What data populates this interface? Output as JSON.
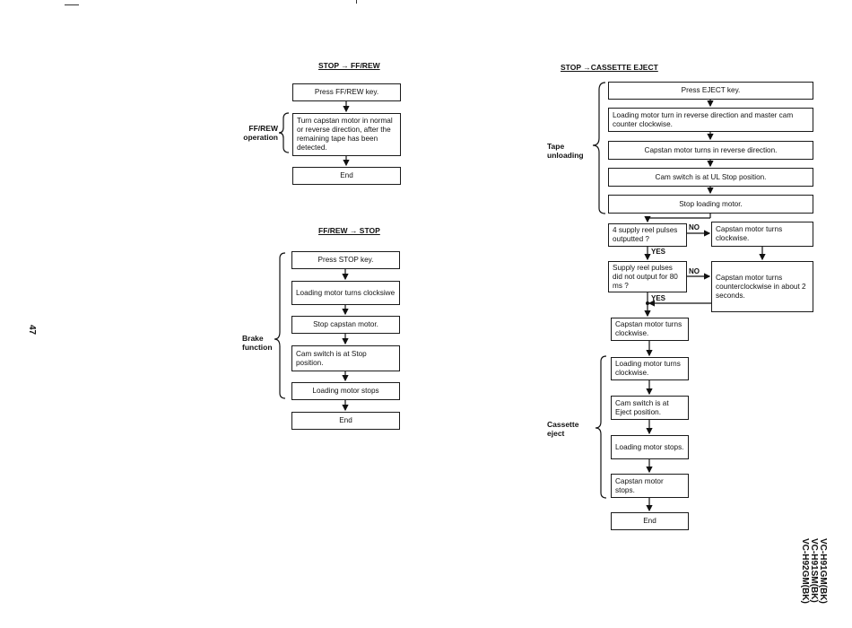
{
  "page_number": "47",
  "model_numbers": [
    "VC-H91GM(BK)",
    "VC-H91SM(BK)",
    "VC-H92GM(BK)"
  ],
  "ffrew": {
    "title": "STOP → FF/REW",
    "side_label": "FF/REW operation",
    "steps": [
      "Press FF/REW key.",
      "Turn capstan motor in normal or reverse direction, after the remaining tape has been detected.",
      "End"
    ]
  },
  "stop": {
    "title": "FF/REW → STOP",
    "side_label": "Brake function",
    "steps": [
      "Press STOP key.",
      "Loading motor turns clocksiwe",
      "Stop capstan motor.",
      "Cam switch is at Stop position.",
      "Loading motor stops",
      "End"
    ]
  },
  "eject": {
    "title": "STOP →CASSETTE EJECT",
    "tape_unloading_label": "Tape unloading",
    "cassette_eject_label": "Cassette eject",
    "unloading_steps": [
      "Press EJECT key.",
      "Loading motor turn in reverse direction and master cam counter clockwise.",
      "Capstan motor turns in reverse direction.",
      "Cam switch is at UL Stop position.",
      "Stop loading motor."
    ],
    "decision1": "4 supply reel pulses outputted ?",
    "decision1_no": "Capstan motor turns clockwise.",
    "decision2": "Supply reel pulses did not output for 80 ms ?",
    "decision2_no": "Capstan motor turns counterclockwise in about 2 seconds.",
    "after": "Capstan motor turns clockwise.",
    "eject_steps": [
      "Loading motor turns clockwise.",
      "Cam switch is at Eject position.",
      "Loading motor stops.",
      "Capstan motor stops."
    ],
    "end": "End",
    "no_label": "NO",
    "yes_label": "YES"
  }
}
